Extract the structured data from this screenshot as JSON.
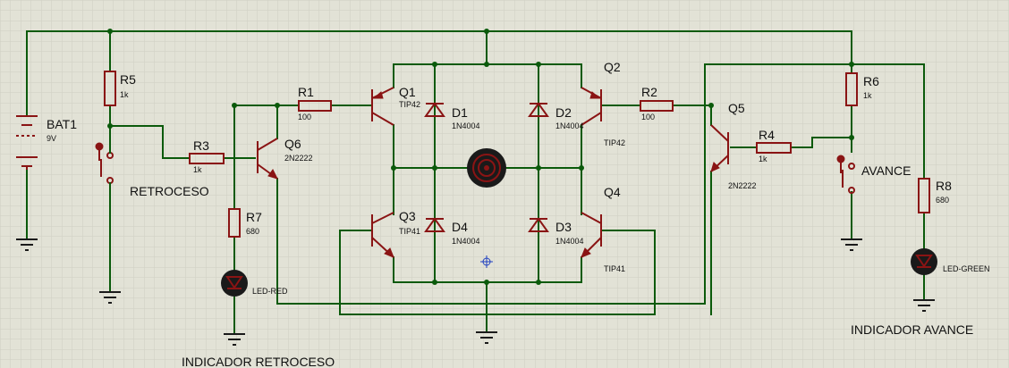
{
  "components": {
    "BAT1": {
      "ref": "BAT1",
      "value": "9V"
    },
    "R1": {
      "ref": "R1",
      "value": "100"
    },
    "R2": {
      "ref": "R2",
      "value": "100"
    },
    "R3": {
      "ref": "R3",
      "value": "1k"
    },
    "R4": {
      "ref": "R4",
      "value": "1k"
    },
    "R5": {
      "ref": "R5",
      "value": "1k"
    },
    "R6": {
      "ref": "R6",
      "value": "1k"
    },
    "R7": {
      "ref": "R7",
      "value": "680"
    },
    "R8": {
      "ref": "R8",
      "value": "680"
    },
    "Q1": {
      "ref": "Q1",
      "value": "TIP42"
    },
    "Q2": {
      "ref": "Q2",
      "value": "TIP42"
    },
    "Q3": {
      "ref": "Q3",
      "value": "TIP41"
    },
    "Q4": {
      "ref": "Q4",
      "value": "TIP41"
    },
    "Q5": {
      "ref": "Q5",
      "value": "2N2222"
    },
    "Q6": {
      "ref": "Q6",
      "value": "2N2222"
    },
    "D1": {
      "ref": "D1",
      "value": "1N4004"
    },
    "D2": {
      "ref": "D2",
      "value": "1N4004"
    },
    "D3": {
      "ref": "D3",
      "value": "1N4004"
    },
    "D4": {
      "ref": "D4",
      "value": "1N4004"
    },
    "LED_RED": {
      "value": "LED-RED"
    },
    "LED_GREEN": {
      "value": "LED-GREEN"
    }
  },
  "labels": {
    "retroceso": "RETROCESO",
    "avance": "AVANCE",
    "indicador_retroceso": "INDICADOR RETROCESO",
    "indicador_avance": "INDICADOR AVANCE"
  },
  "colors": {
    "background": "#e2e2d6",
    "grid_minor": "#cfcfc3",
    "grid_major": "#bdbdb0",
    "wire": "#0b5a0b",
    "component": "#8a1414"
  }
}
